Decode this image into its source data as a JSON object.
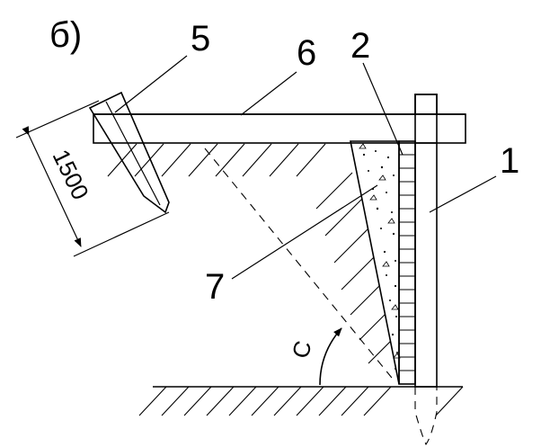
{
  "diagram": {
    "subfigure_label": "б)",
    "dimension_text": "1500",
    "angle_label": "C",
    "callouts": {
      "c1": "1",
      "c2": "2",
      "c5": "5",
      "c6": "6",
      "c7": "7"
    },
    "colors": {
      "ink": "#000000",
      "background": "#ffffff"
    }
  }
}
